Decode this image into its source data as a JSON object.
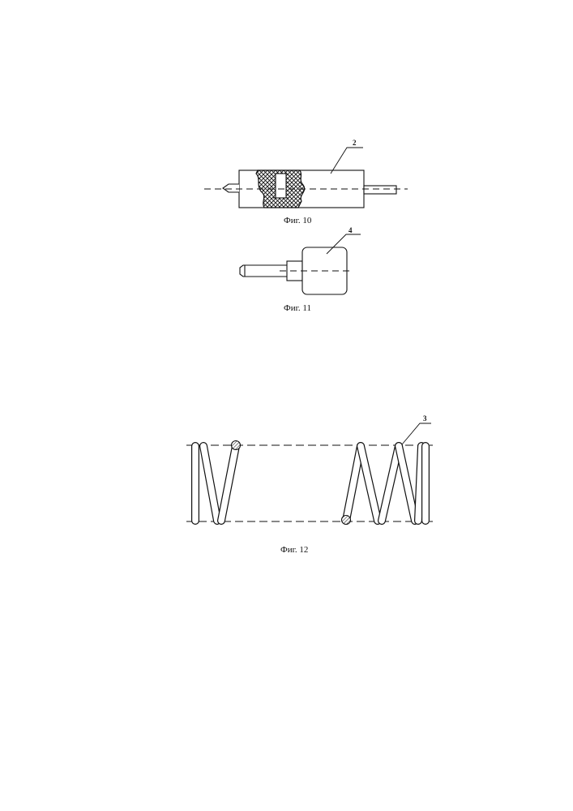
{
  "figures": [
    {
      "id": "fig10",
      "caption": "Фиг. 10",
      "ref_label": "2"
    },
    {
      "id": "fig11",
      "caption": "Фиг. 11",
      "ref_label": "4"
    },
    {
      "id": "fig12",
      "caption": "Фиг. 12",
      "ref_label": "3"
    }
  ]
}
